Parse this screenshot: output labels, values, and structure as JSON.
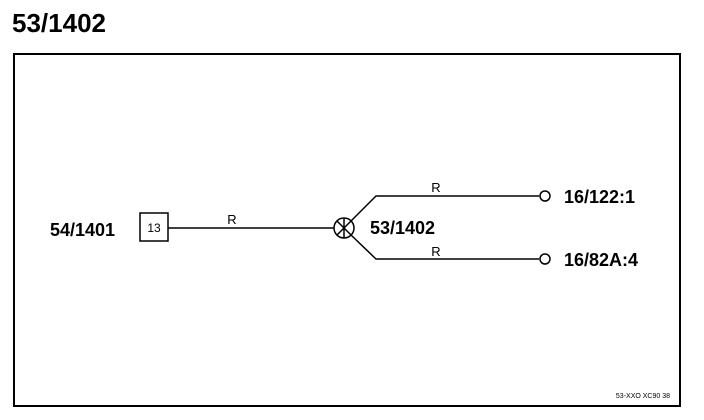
{
  "page": {
    "title": "53/1402"
  },
  "diagram": {
    "source": {
      "label": "54/1401",
      "pin": "13"
    },
    "wires": {
      "main": "R",
      "upper": "R",
      "lower": "R"
    },
    "splice": {
      "label": "53/1402"
    },
    "destinations": {
      "upper": "16/122:1",
      "lower": "16/82A:4"
    },
    "drawing_code": "53-XXO XC90 38"
  }
}
